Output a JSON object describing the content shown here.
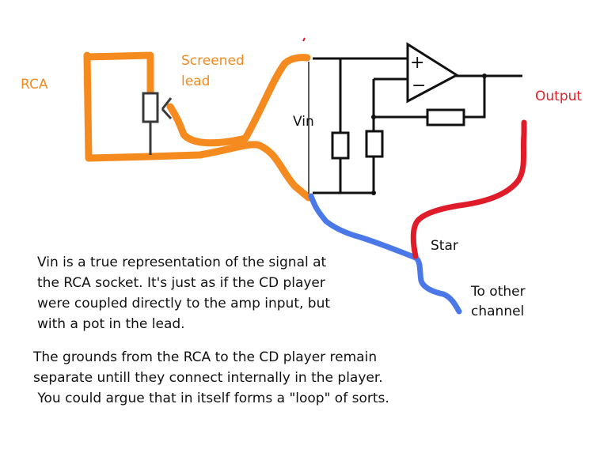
{
  "labels": {
    "rca": "RCA",
    "screened_lead": [
      "Screened",
      "lead"
    ],
    "vin": "Vin",
    "output": "Output",
    "star": "Star",
    "to_other_channel": [
      "To other",
      "channel"
    ],
    "plus": "+",
    "minus": "−"
  },
  "paragraph1": [
    "Vin is a true representation of the signal at",
    "the RCA socket. It's just as if the CD player",
    "were coupled directly to the amp input, but",
    "with a pot in the lead."
  ],
  "paragraph2": [
    "The grounds from the RCA to the CD player remain",
    "separate untill they connect internally in the player.",
    " You could argue that in itself forms a \"loop\" of sorts."
  ],
  "colors": {
    "screened_lead": "#f58a1e",
    "ground_blue": "#4b78e8",
    "output_red": "#e01c2a",
    "circuit": "#111111"
  }
}
